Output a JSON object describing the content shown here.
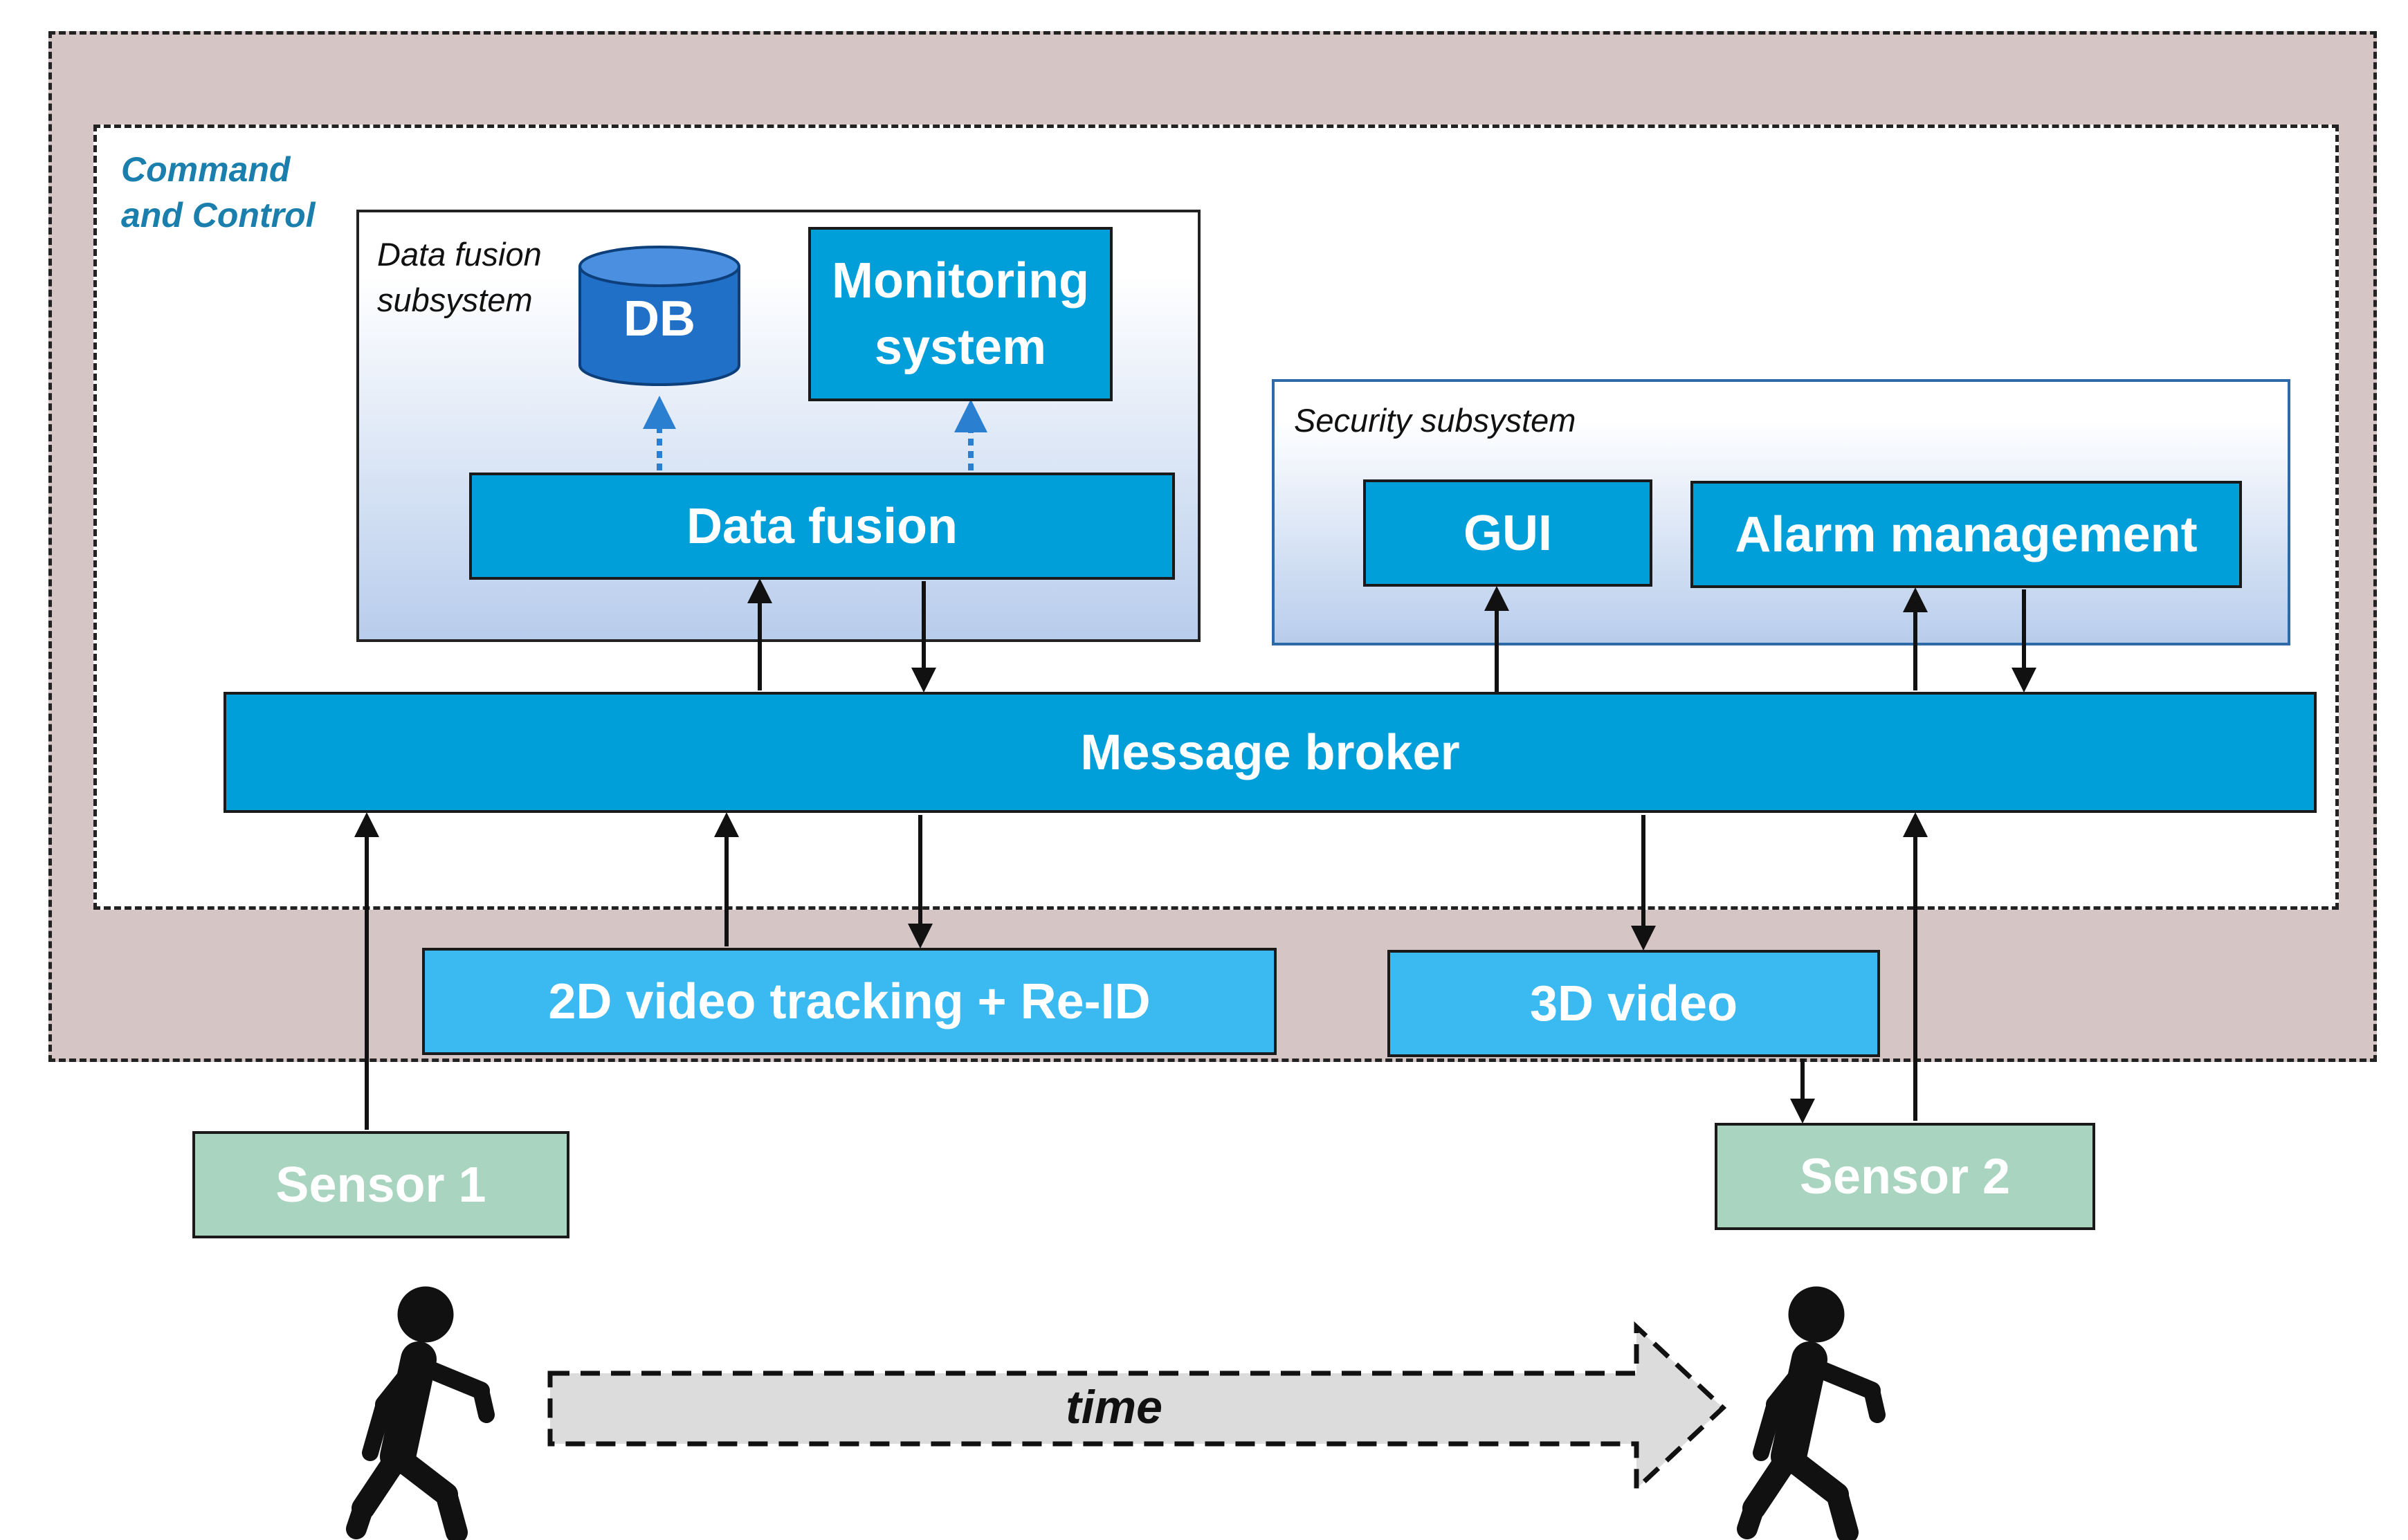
{
  "command_control": {
    "label_line1": "Command",
    "label_line2": "and Control"
  },
  "data_fusion_subsystem": {
    "label_line1": "Data fusion",
    "label_line2": "subsystem",
    "db_label": "DB",
    "monitoring_line1": "Monitoring",
    "monitoring_line2": "system",
    "data_fusion_label": "Data fusion"
  },
  "security_subsystem": {
    "label": "Security subsystem",
    "gui_label": "GUI",
    "alarm_label": "Alarm management"
  },
  "message_broker": {
    "label": "Message broker"
  },
  "modules": {
    "video2d_label": "2D video tracking + Re-ID",
    "video3d_label": "3D video"
  },
  "sensors": {
    "sensor1_label": "Sensor 1",
    "sensor2_label": "Sensor 2"
  },
  "timeline": {
    "label": "time"
  },
  "colors": {
    "box_blue": "#009fd9",
    "box_light_blue": "#3bbaf1",
    "sensor_green": "#a8d4c0",
    "outer_bg": "#d5c6c5",
    "label_blue": "#1a7fad",
    "db_blue": "#2070c8"
  },
  "icons": [
    "database-icon",
    "walking-person-icon",
    "arrow-icon"
  ]
}
